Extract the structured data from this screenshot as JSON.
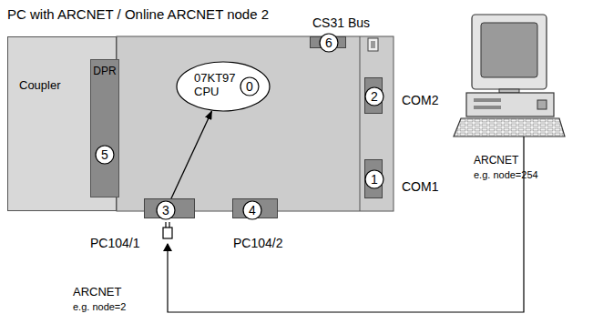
{
  "diagram": {
    "title": "PC with ARCNET / Online ARCNET node 2",
    "nodes": [
      {
        "text": [
          "Coupler"
        ]
      },
      {
        "text": [
          "DPR"
        ],
        "in": 0
      },
      {
        "text": [
          "5"
        ],
        "in": 1
      },
      {
        "text": [
          "07KT97 CPU"
        ]
      },
      {
        "text": [
          "0"
        ],
        "in": 3
      },
      {
        "text": [
          "CS31 Bus"
        ]
      },
      {
        "text": [
          "6"
        ],
        "in": 5
      },
      {
        "text": [
          "COM2"
        ]
      },
      {
        "text": [
          "2"
        ],
        "in": 7
      },
      {
        "text": [
          "COM1"
        ]
      },
      {
        "text": [
          "1"
        ],
        "in": 9
      },
      {
        "text": [
          "PC104/1"
        ]
      },
      {
        "text": [
          "3"
        ],
        "in": 11
      },
      {
        "text": [
          "PC104/2"
        ]
      },
      {
        "text": [
          "4"
        ],
        "in": 13
      }
    ],
    "edges": [
      {
        "from": 12,
        "to": 3,
        "arrow": "to"
      }
    ],
    "labels": [
      "ARCNET",
      "e.g. node=254",
      "ARCNET",
      "e.g. node=2"
    ]
  }
}
